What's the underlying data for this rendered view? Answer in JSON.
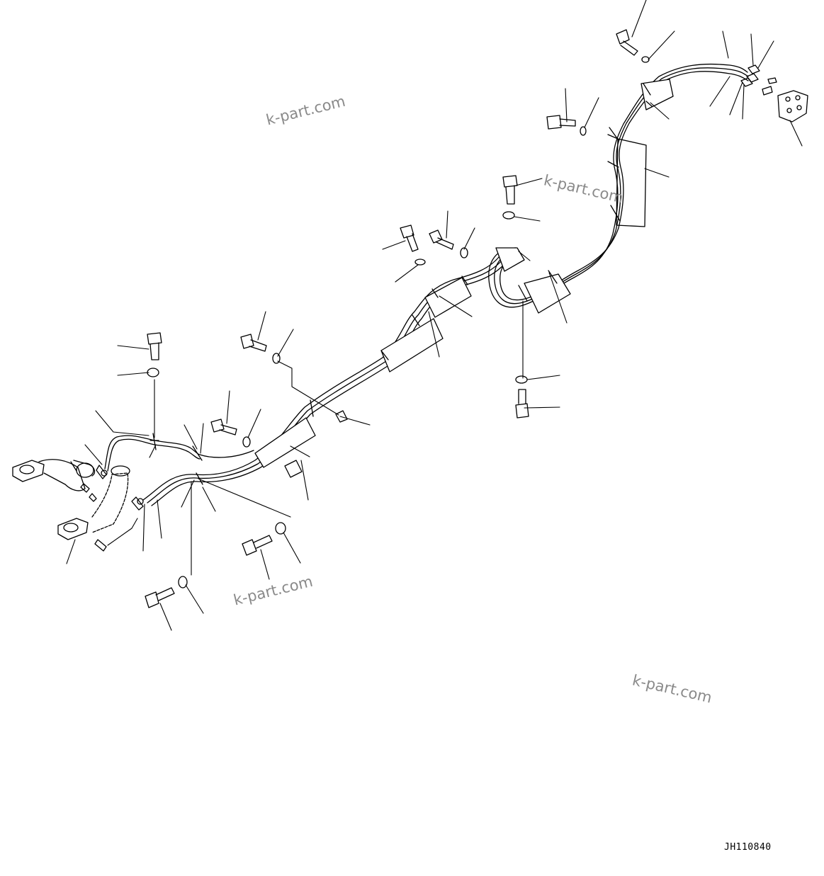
{
  "drawing": {
    "code": "JH110840"
  },
  "watermarks": [
    "k-part.com",
    "k-part.com",
    "k-part.com",
    "k-part.com"
  ]
}
